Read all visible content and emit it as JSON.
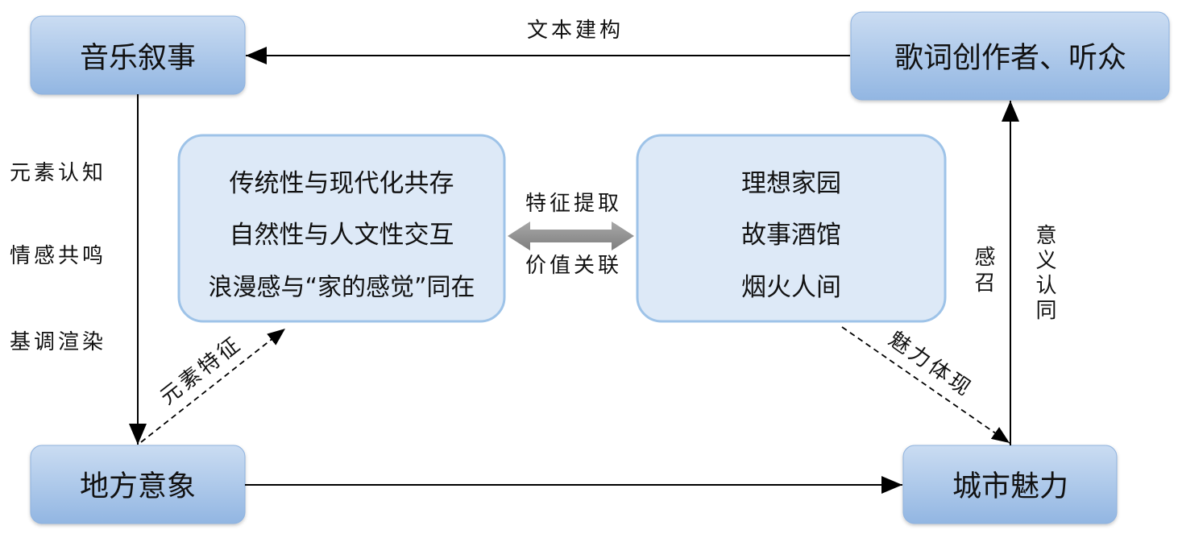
{
  "nodes": {
    "music_narrative": "音乐叙事",
    "lyricist_audience": "歌词创作者、听众",
    "place_imagery": "地方意象",
    "city_charm": "城市魅力"
  },
  "features_box": {
    "lines": [
      "传统性与现代化共存",
      "自然性与人文性交互",
      "浪漫感与“家的感觉”同在"
    ]
  },
  "charm_box": {
    "lines": [
      "理想家园",
      "故事酒馆",
      "烟火人间"
    ]
  },
  "edges": {
    "text_construction": "文本建构",
    "left_labels": [
      "元素认知",
      "情感共鸣",
      "基调渲染"
    ],
    "element_features": "元素特征",
    "feature_extraction": "特征提取",
    "value_association": "价值关联",
    "charm_manifestation": "魅力体现",
    "appeal": "感召",
    "meaning_identity": "意义认同"
  },
  "colors": {
    "node_top": "#cadcf2",
    "node_bottom": "#92b6e2",
    "node_stroke": "#8fb3df",
    "group_fill": "#dde9f7",
    "group_stroke": "#9ec3e8",
    "double_arrow_top": "#a8a8a8",
    "double_arrow_bottom": "#7e7e7e"
  }
}
